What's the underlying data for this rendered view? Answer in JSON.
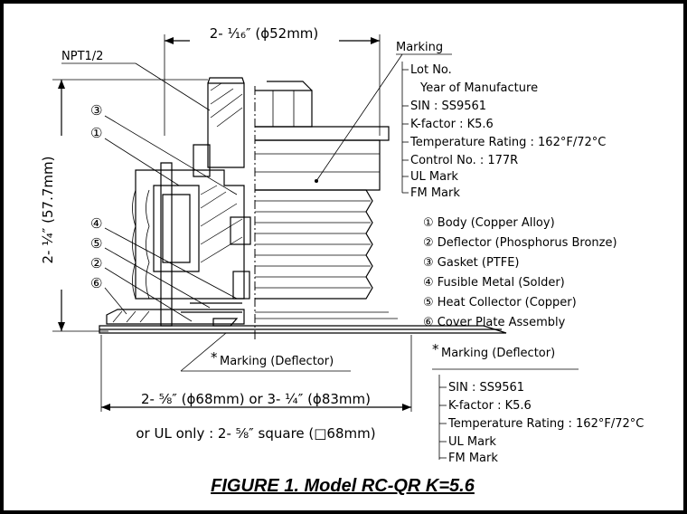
{
  "dimensions": {
    "top_width": "2- ¹⁄₁₆″ (ϕ52mm)",
    "height": "2- ¼″ (57.7mm)",
    "base_width": "2- ⅝″ (ϕ68mm) or 3- ¼″ (ϕ83mm)",
    "ul_only": "or UL only : 2- ⅝″  square (□68mm)",
    "thread": "NPT1/2"
  },
  "marking": {
    "title": "Marking",
    "items": [
      "Lot No.",
      "Year of Manufacture",
      "SIN : SS9561",
      "K-factor : K5.6",
      "Temperature Rating : 162°F/72°C",
      "Control No. : 177R",
      "UL Mark",
      "FM Mark"
    ]
  },
  "callouts": [
    "③",
    "①",
    "④",
    "⑤",
    "②",
    "⑥"
  ],
  "parts": [
    "① Body (Copper Alloy)",
    "② Deflector (Phosphorus Bronze)",
    "③ Gasket (PTFE)",
    "④ Fusible Metal (Solder)",
    "⑤ Heat Collector (Copper)",
    "⑥ Cover Plate Assembly"
  ],
  "deflector_marking": {
    "star": "*",
    "label": "Marking (Deflector)",
    "items": [
      "SIN : SS9561",
      "K-factor : K5.6",
      "Temperature Rating : 162°F/72°C",
      "UL Mark",
      "FM Mark"
    ]
  },
  "caption": "FIGURE 1. Model RC-QR K=5.6"
}
